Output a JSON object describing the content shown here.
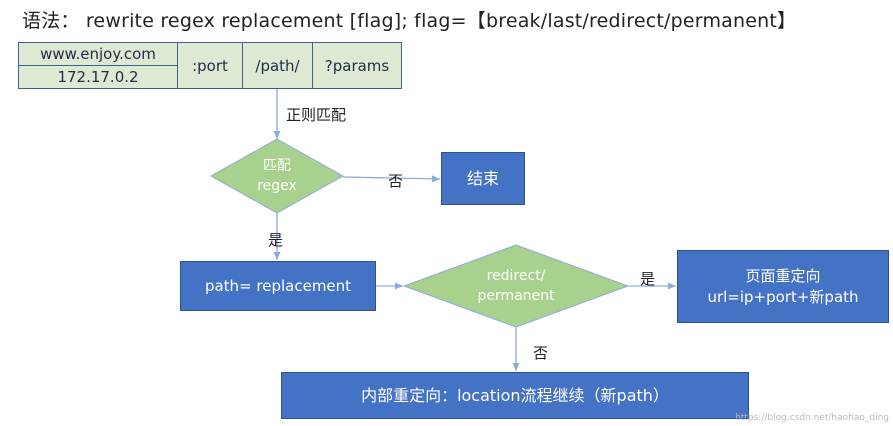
{
  "syntax_line": "语法： rewrite regex replacement [flag];   flag=【break/last/redirect/permanent】",
  "url_parts": {
    "host": "www.enjoy.com",
    "ip": "172.17.0.2",
    "port": ":port",
    "path": "/path/",
    "params": "?params"
  },
  "flow": {
    "regex_match_label": "正则匹配",
    "match_decision": {
      "line1": "匹配",
      "line2": "regex"
    },
    "no_label_1": "否",
    "end_box": "结束",
    "yes_label_1": "是",
    "replace_box": "path= replacement",
    "redirect_decision": {
      "line1": "redirect/",
      "line2": "permanent"
    },
    "yes_label_2": "是",
    "page_redirect_box": {
      "line1": "页面重定向",
      "line2": "url=ip+port+新path"
    },
    "no_label_2": "否",
    "internal_redirect_box": "内部重定向：location流程继续（新path）"
  },
  "watermark": "https://blog.csdn.net/haohao_ding",
  "colors": {
    "blue_box": "#4472c4",
    "green_diamond": "#a9d18e",
    "url_box": "#dde9d2",
    "arrow": "#8faadc"
  }
}
